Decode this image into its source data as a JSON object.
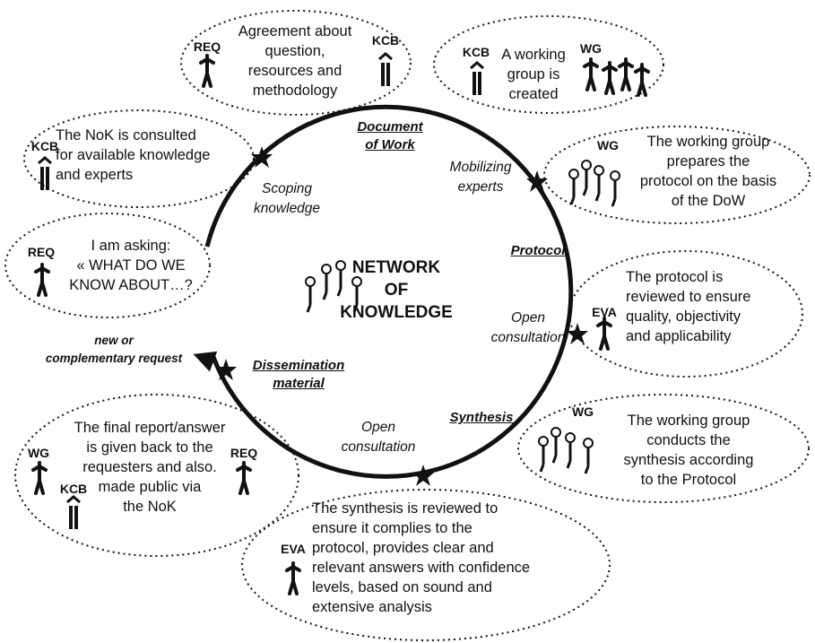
{
  "center": {
    "title": "NETWORK\nOF\nKNOWLEDGE"
  },
  "stages": {
    "document_of_work": "Document\nof Work",
    "protocol": "Protocol",
    "synthesis": "Synthesis",
    "dissemination": "Dissemination\nmaterial"
  },
  "activities": {
    "scoping": "Scoping\nknowledge",
    "mobilizing": "Mobilizing\nexperts",
    "open_consultation_1": "Open\nconsultation",
    "open_consultation_2": "Open\nconsultation"
  },
  "request_note": "new or\ncomplementary request",
  "bubbles": {
    "agreement": "Agreement about\nquestion,\nresources and\nmethodology",
    "working_group_created": "A working\ngroup is\ncreated",
    "nok_consulted": "The NoK is consulted\nfor available knowledge\nand experts",
    "protocol_prep": "The working group\nprepares the\nprotocol on the basis\nof the DoW",
    "asking": "I am asking:\n« WHAT DO WE\nKNOW ABOUT…?",
    "protocol_review": "The protocol is\nreviewed to ensure\nquality, objectivity\nand applicability",
    "synthesis_conduct": "The working group\nconducts the\nsynthesis according\nto the Protocol",
    "final_report": "The final report/answer\nis given back to the\nrequesters and also.\nmade public via\nthe NoK",
    "synthesis_review": "The synthesis is reviewed to\nensure it complies to the\nprotocol, provides clear and\nrelevant answers with confidence\nlevels, based on sound and\nextensive analysis"
  },
  "roles": {
    "req": "REQ",
    "kcb": "KCB",
    "wg": "WG",
    "eva": "EVA"
  }
}
